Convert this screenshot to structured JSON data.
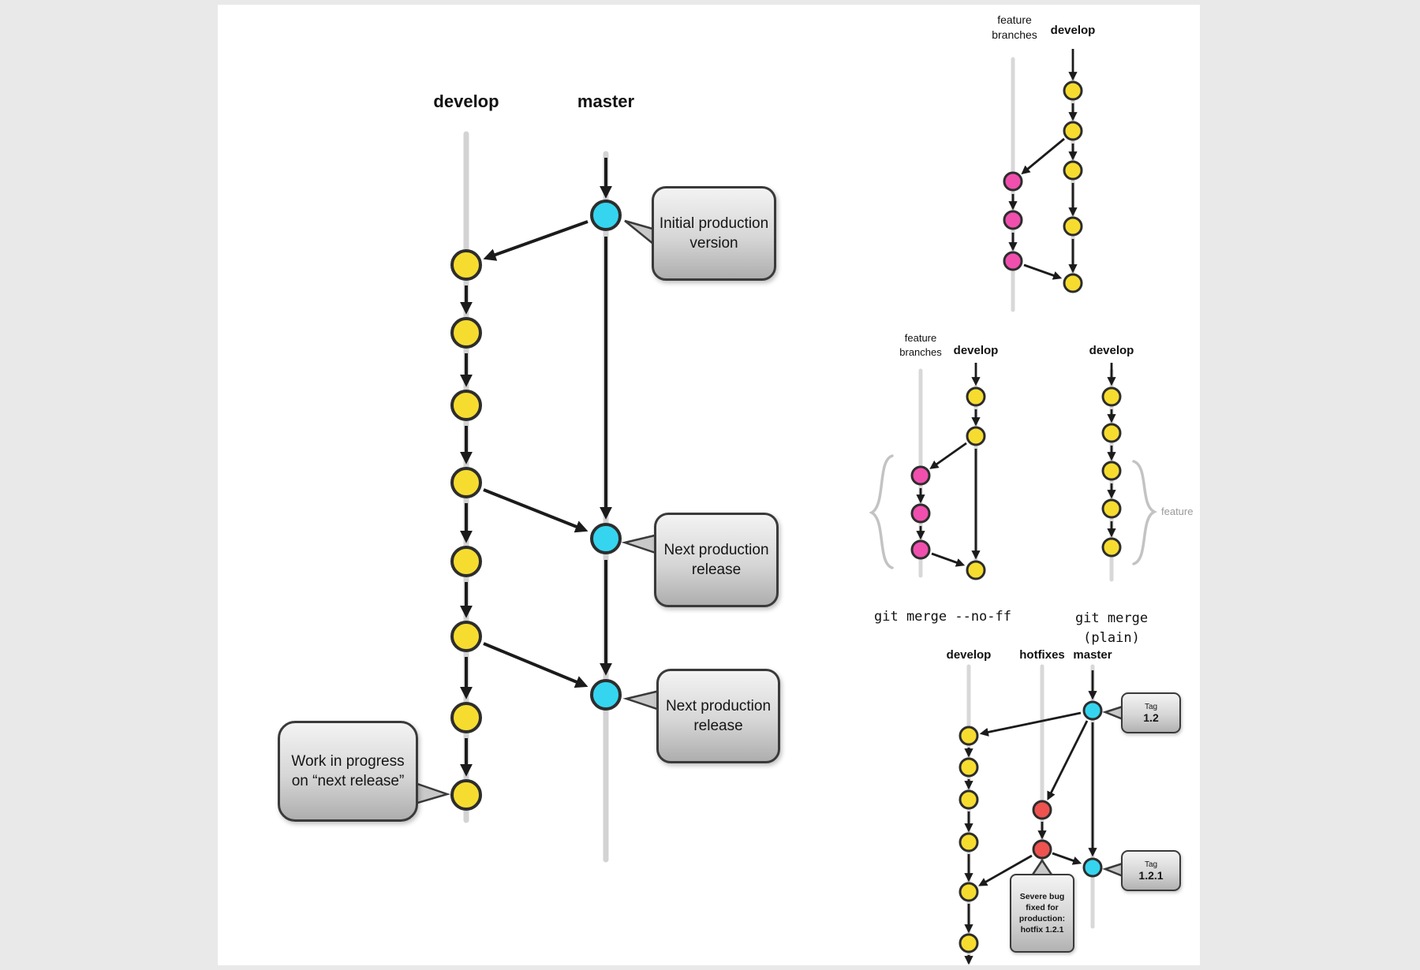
{
  "page": {
    "background": "#e9e9e9",
    "surface": "#ffffff"
  },
  "colors": {
    "develop_commit": "#f7dc30",
    "master_commit": "#35d5ef",
    "feature_commit": "#f04fae",
    "hotfix_commit": "#ee5350",
    "trunk_line": "#d3d3d3",
    "arrow": "#1b1b1b"
  },
  "main": {
    "develop_label": "develop",
    "master_label": "master",
    "callout_initial": "Initial production version",
    "callout_next_1": "Next production release",
    "callout_next_2": "Next production release",
    "callout_wip": "Work in progress on “next release”"
  },
  "feature": {
    "feature_label": "feature\nbranches",
    "develop_label": "develop"
  },
  "merge_noff": {
    "feature_label": "feature\nbranches",
    "develop_label": "develop",
    "caption": "git merge --no-ff"
  },
  "merge_plain": {
    "develop_label": "develop",
    "caption": "git merge\n(plain)",
    "brace_label": "feature"
  },
  "hotfix": {
    "develop_label": "develop",
    "hotfixes_label": "hotfixes",
    "master_label": "master",
    "tag_12_label": "Tag",
    "tag_12_value": "1.2",
    "tag_121_label": "Tag",
    "tag_121_value": "1.2.1",
    "bug_callout": "Severe bug fixed for production: hotfix 1.2.1"
  }
}
